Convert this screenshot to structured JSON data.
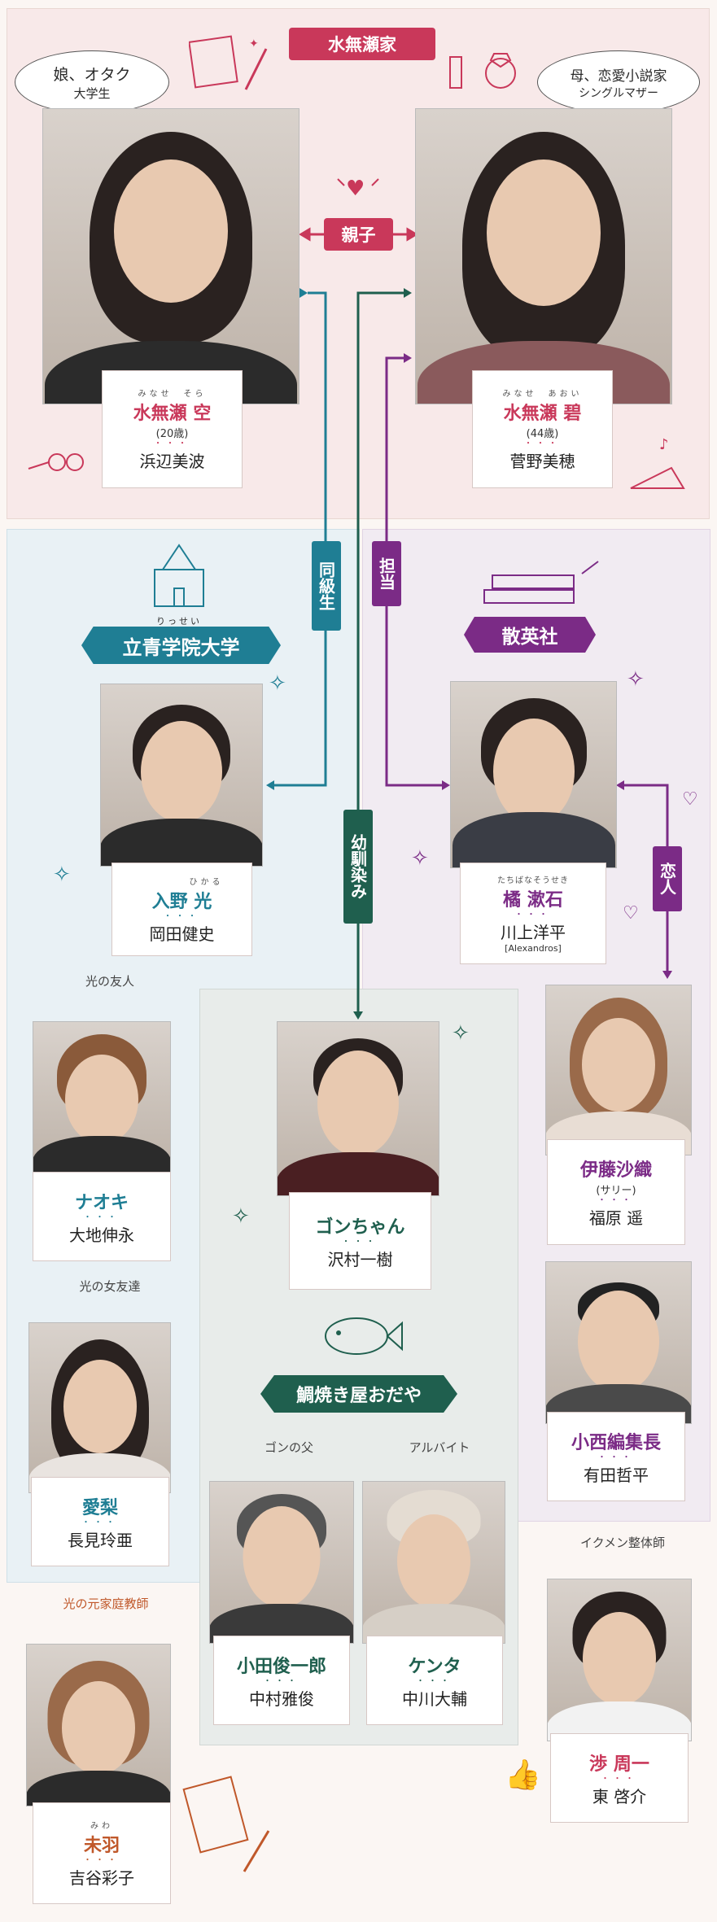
{
  "family_label": "水無瀬家",
  "parent_child_label": "親子",
  "sora_bubble": {
    "line1": "娘、オタク",
    "line2": "大学生"
  },
  "aoi_bubble": {
    "line1": "母、恋愛小説家",
    "line2": "シングルマザー"
  },
  "sora": {
    "ruby": "みなせ　そら",
    "role": "水無瀬 空",
    "age": "(20歳)",
    "dots": "・・・",
    "actor": "浜辺美波"
  },
  "aoi": {
    "ruby": "みなせ　あおい",
    "role": "水無瀬 碧",
    "age": "(44歳)",
    "dots": "・・・",
    "actor": "菅野美穂"
  },
  "classmate_label": "同級生",
  "editor_label": "担当",
  "childhood_label": "幼馴染み",
  "love_label": "恋人",
  "univ_ruby": "りっせい",
  "univ_label": "立青学院大学",
  "publisher_label": "散英社",
  "hikaru": {
    "ruby": "ひかる",
    "role": "入野 光",
    "dots": "・・・",
    "actor": "岡田健史"
  },
  "souseki": {
    "ruby": "たちばなそうせき",
    "role": "橘 漱石",
    "dots": "・・・",
    "actor": "川上洋平",
    "note": "[Alexandros]"
  },
  "naoki_caption": "光の友人",
  "naoki": {
    "role": "ナオキ",
    "dots": "・・・",
    "actor": "大地伸永"
  },
  "airi_caption": "光の女友達",
  "airi": {
    "role": "愛梨",
    "dots": "・・・",
    "actor": "長見玲亜"
  },
  "gon": {
    "role": "ゴンちゃん",
    "dots": "・・・",
    "actor": "沢村一樹"
  },
  "sari": {
    "role": "伊藤沙織",
    "sub": "(サリー)",
    "dots": "・・・",
    "actor": "福原 遥"
  },
  "konishi": {
    "role": "小西編集長",
    "dots": "・・・",
    "actor": "有田哲平"
  },
  "taiyaki_label": "鯛焼き屋おだや",
  "odagiri_caption": "ゴンの父",
  "odagiri": {
    "role": "小田俊一郎",
    "dots": "・・・",
    "actor": "中村雅俊"
  },
  "kenta_caption": "アルバイト",
  "kenta": {
    "role": "ケンタ",
    "dots": "・・・",
    "actor": "中川大輔"
  },
  "shu_caption": "イクメン整体師",
  "shu": {
    "role": "渉 周一",
    "dots": "・・・",
    "actor": "東 啓介"
  },
  "miwa_caption": "光の元家庭教師",
  "miwa": {
    "ruby": "みわ",
    "role": "未羽",
    "dots": "・・・",
    "actor": "吉谷彩子"
  },
  "colors": {
    "pink": "#c9385a",
    "teal": "#1f7e94",
    "purple": "#7b2b86",
    "green": "#1f5f4e"
  }
}
